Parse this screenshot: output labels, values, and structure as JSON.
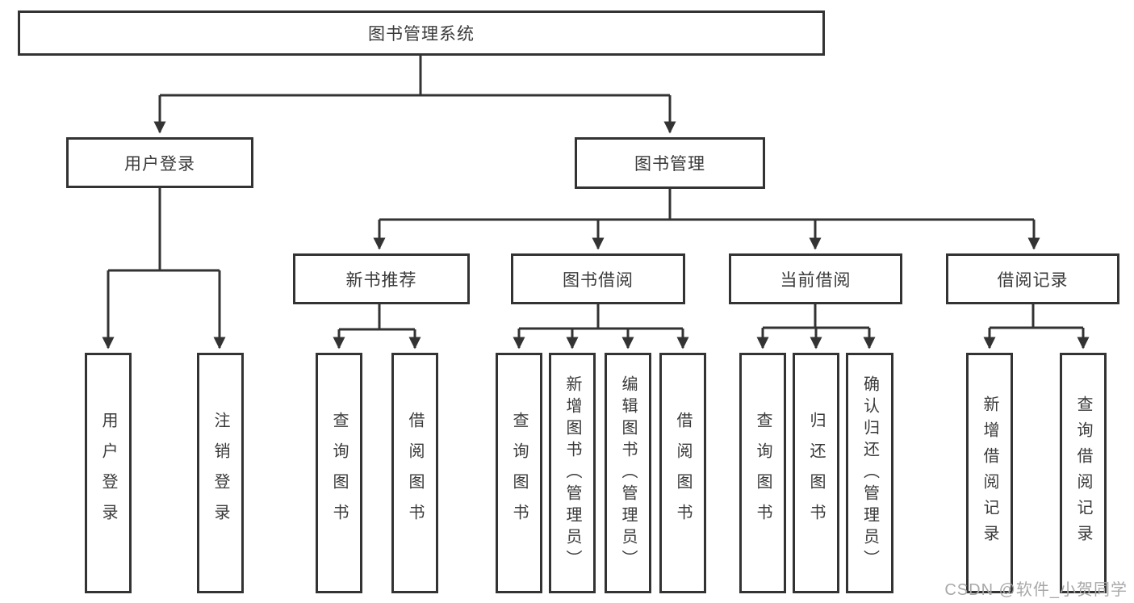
{
  "tree": {
    "root": "图书管理系统",
    "branches": [
      {
        "label": "用户登录",
        "children": [
          "用户登录",
          "注销登录"
        ]
      },
      {
        "label": "图书管理",
        "children": [
          {
            "label": "新书推荐",
            "children": [
              "查询图书",
              "借阅图书"
            ]
          },
          {
            "label": "图书借阅",
            "children": [
              "查询图书",
              "新增图书（管理员）",
              "编辑图书（管理员）",
              "借阅图书"
            ]
          },
          {
            "label": "当前借阅",
            "children": [
              "查询图书",
              "归还图书",
              "确认归还（管理员）"
            ]
          },
          {
            "label": "借阅记录",
            "children": [
              "新增借阅记录",
              "查询借阅记录"
            ]
          }
        ]
      }
    ]
  },
  "watermark": {
    "text": "CSDN @软件_小贺同学"
  },
  "colors": {
    "line": "#333333",
    "text": "#3a3a3a",
    "watermark": "#a8a8a8",
    "background": "#ffffff"
  }
}
